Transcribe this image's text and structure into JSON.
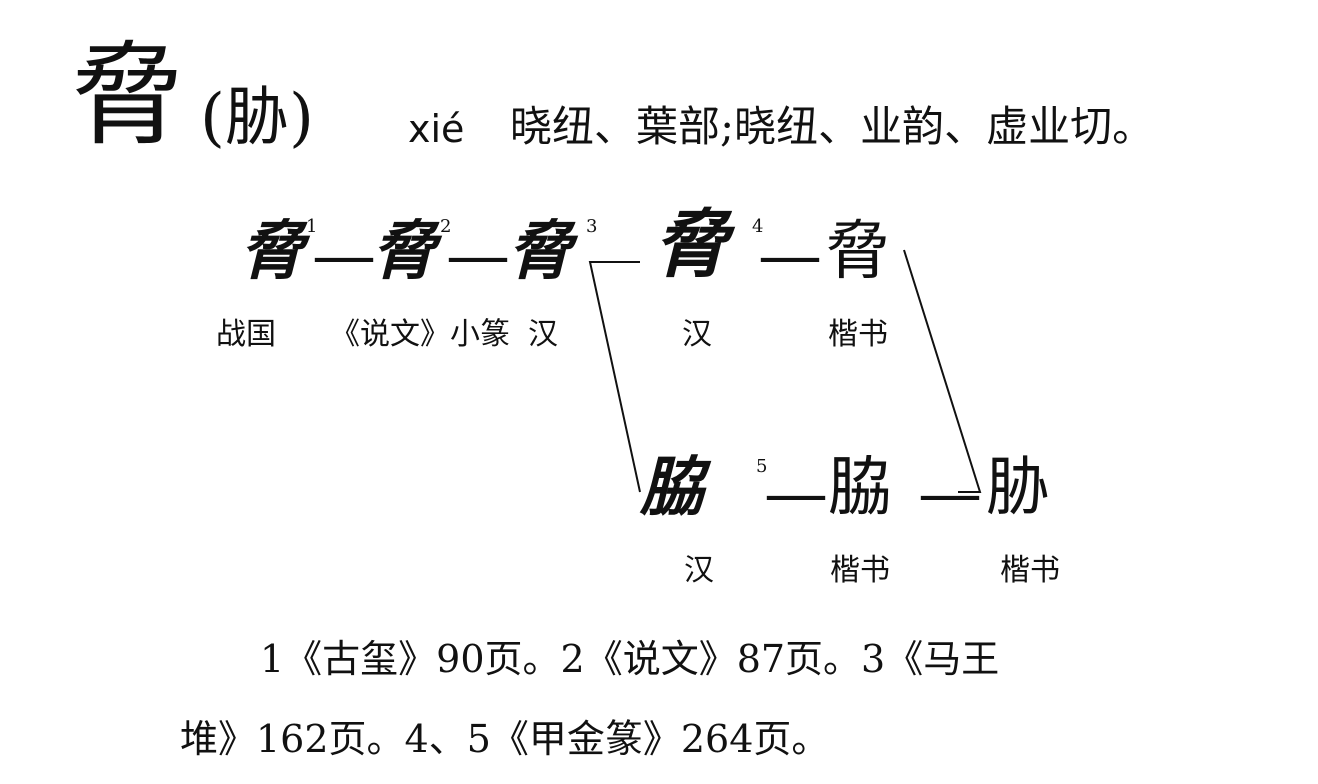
{
  "entry": {
    "headword": "脅",
    "simplified": "(胁)",
    "pinyin": "xié",
    "phonology": "晓纽、葉部;晓纽、业韵、虚业切。"
  },
  "evolution": {
    "row1": [
      {
        "glyph": "脅",
        "num": "1",
        "caption": "战国"
      },
      {
        "glyph": "脅",
        "num": "2",
        "caption": "《说文》小篆"
      },
      {
        "glyph": "脅",
        "num": "3",
        "caption": "汉"
      },
      {
        "glyph": "脅",
        "num": "4",
        "caption": "汉"
      },
      {
        "glyph": "脅",
        "num": "",
        "caption": "楷书"
      }
    ],
    "row2": [
      {
        "glyph": "脇",
        "num": "5",
        "caption": "汉"
      },
      {
        "glyph": "脇",
        "num": "",
        "caption": "楷书"
      },
      {
        "glyph": "胁",
        "num": "",
        "caption": "楷书"
      }
    ],
    "dash": "—"
  },
  "references": {
    "line1": "1《古玺》90页。2《说文》87页。3《马王",
    "line2": "堆》162页。4、5《甲金篆》264页。"
  }
}
